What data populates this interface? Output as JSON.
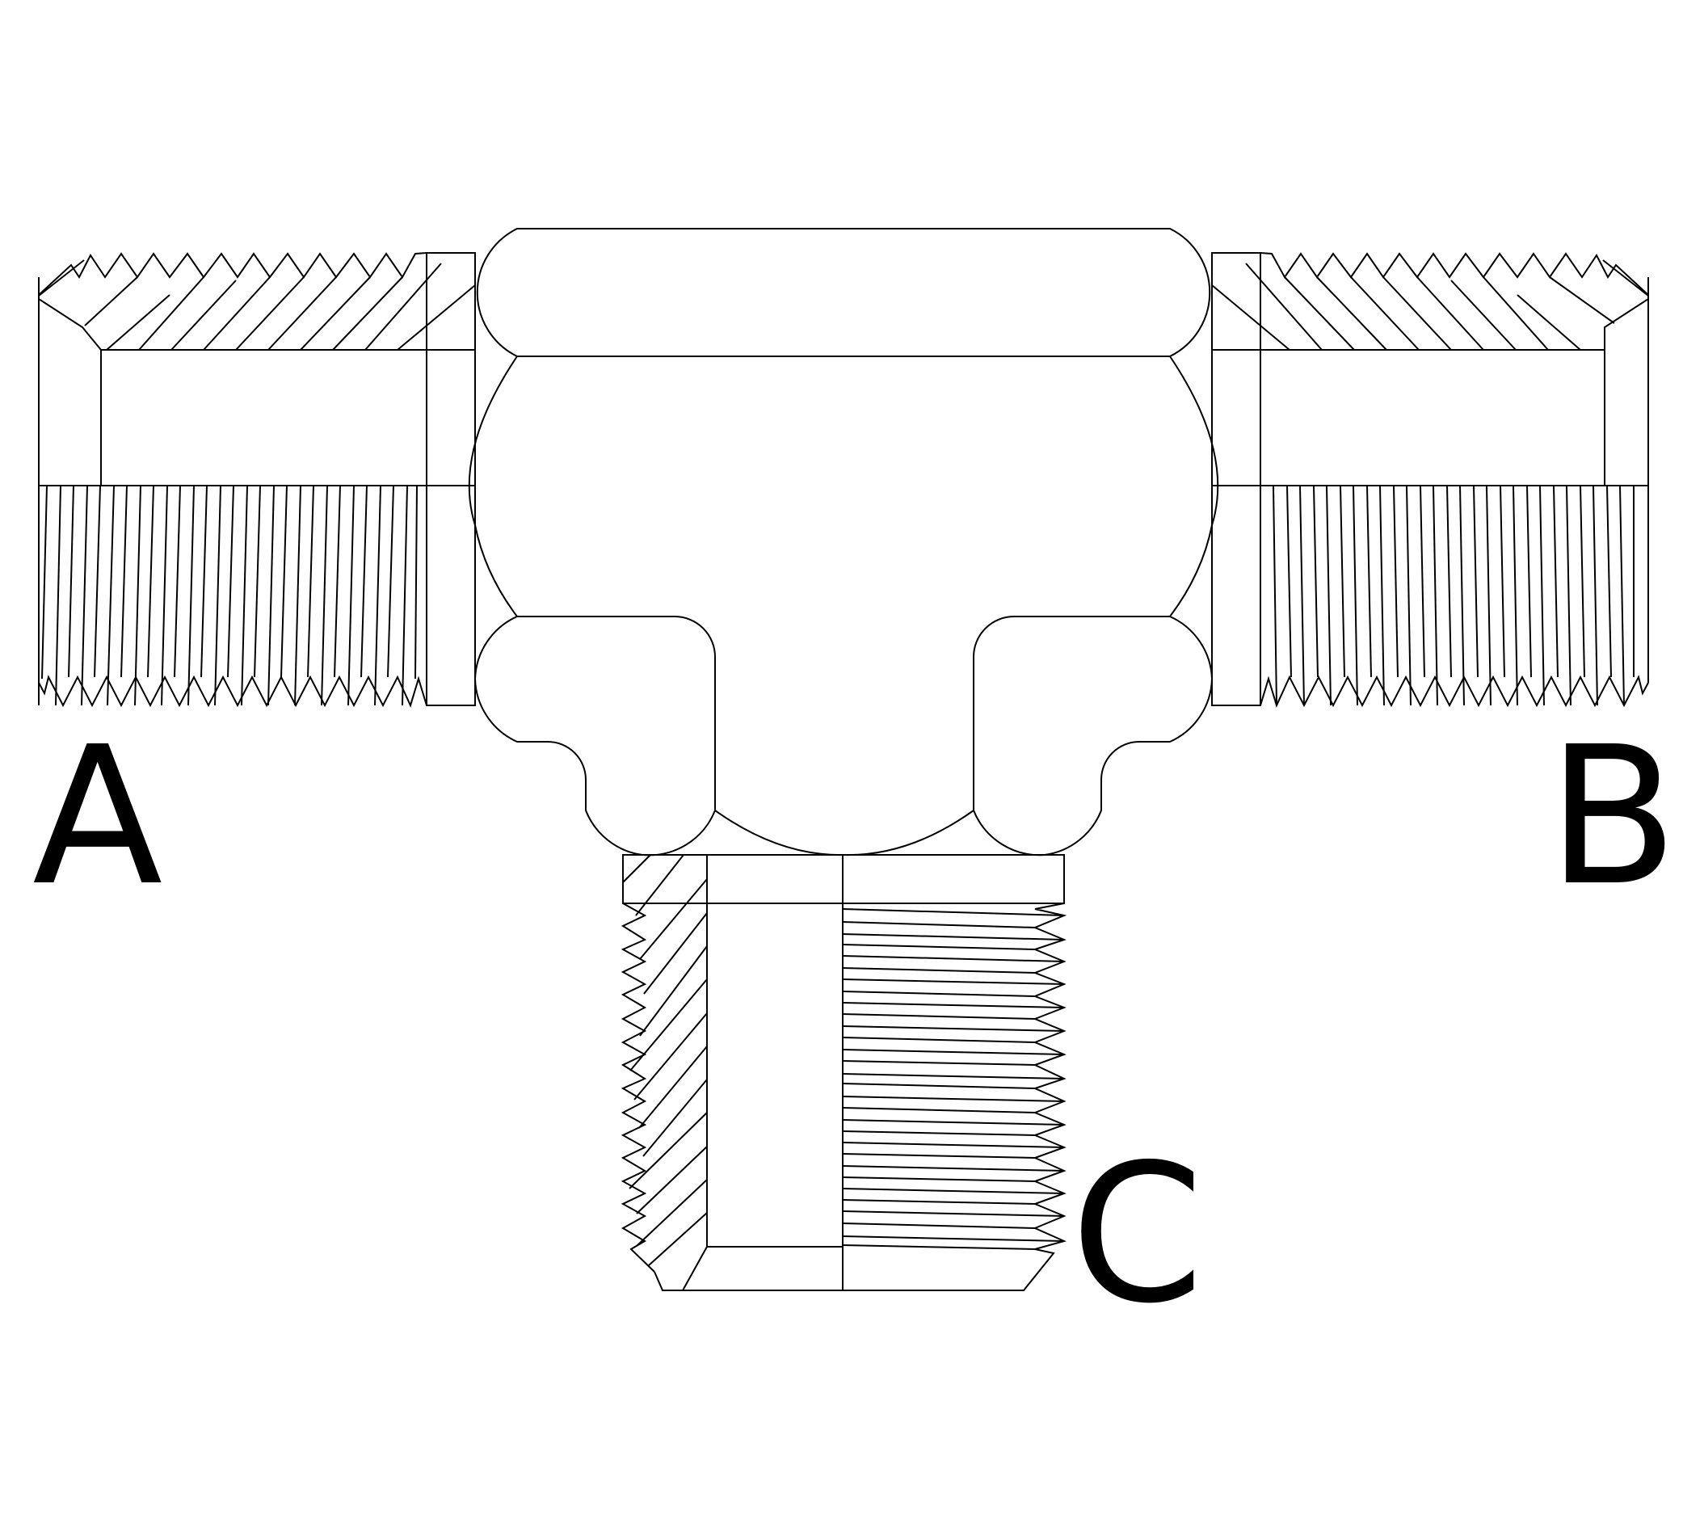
{
  "diagram": {
    "subject": "pipe tee fitting, cross-section line drawing",
    "colors": {
      "line": "#000000",
      "background": "#ffffff"
    },
    "ports": [
      {
        "id": "A",
        "label": "A",
        "position": "left",
        "thread": "male, hatched outer section"
      },
      {
        "id": "B",
        "label": "B",
        "position": "right",
        "thread": "male, hatched outer section"
      },
      {
        "id": "C",
        "label": "C",
        "position": "bottom",
        "thread": "male, hatched outer section"
      }
    ]
  },
  "labels": {
    "a": "A",
    "b": "B",
    "c": "C"
  }
}
